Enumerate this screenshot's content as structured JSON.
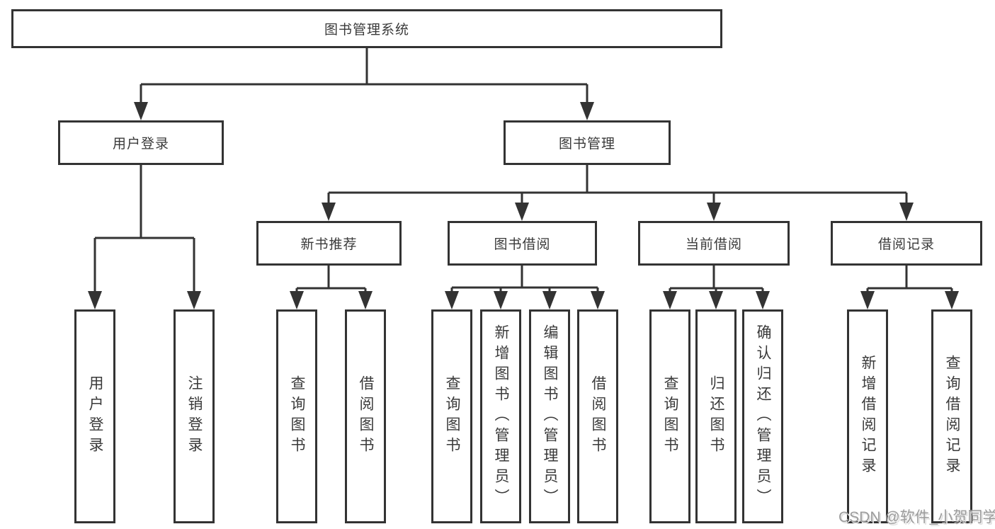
{
  "diagram": {
    "root": {
      "label": "图书管理系统"
    },
    "level2": [
      {
        "label": "用户登录"
      },
      {
        "label": "图书管理"
      }
    ],
    "level3": [
      {
        "label": "新书推荐"
      },
      {
        "label": "图书借阅"
      },
      {
        "label": "当前借阅"
      },
      {
        "label": "借阅记录"
      }
    ],
    "leaves": [
      {
        "label": "用户登录"
      },
      {
        "label": "注销登录"
      },
      {
        "label": "查询图书"
      },
      {
        "label": "借阅图书"
      },
      {
        "label": "查询图书"
      },
      {
        "label": "新增图书（管理员）"
      },
      {
        "label": "编辑图书（管理员）"
      },
      {
        "label": "借阅图书"
      },
      {
        "label": "查询图书"
      },
      {
        "label": "归还图书"
      },
      {
        "label": "确认归还（管理员）"
      },
      {
        "label": "新增借阅记录"
      },
      {
        "label": "查询借阅记录"
      }
    ]
  },
  "watermark": {
    "text": "CSDN @软件_小贺同学"
  },
  "colors": {
    "line": "#333333",
    "text": "#3a3a3a",
    "background": "#ffffff",
    "watermark": "#9c9c9c"
  }
}
